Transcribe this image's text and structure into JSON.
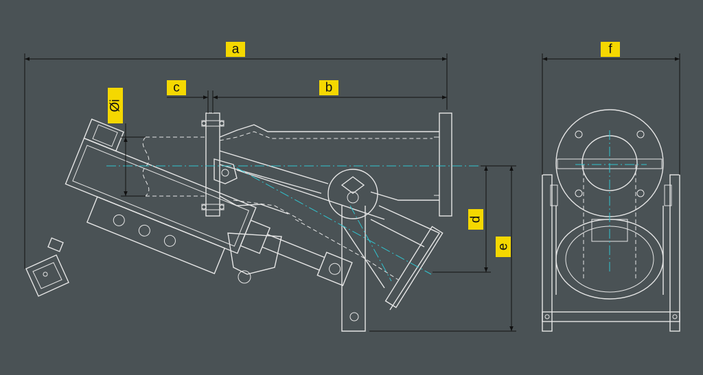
{
  "dimensions": {
    "a": "a",
    "b": "b",
    "c": "c",
    "d": "d",
    "e": "e",
    "f": "f",
    "i": "Øi"
  },
  "colors": {
    "background": "#4a5255",
    "drawing_lines": "#e6e6e6",
    "center_axis": "#30c4cf",
    "label_fill": "#f5d800",
    "dimension_lines": "#111111"
  }
}
